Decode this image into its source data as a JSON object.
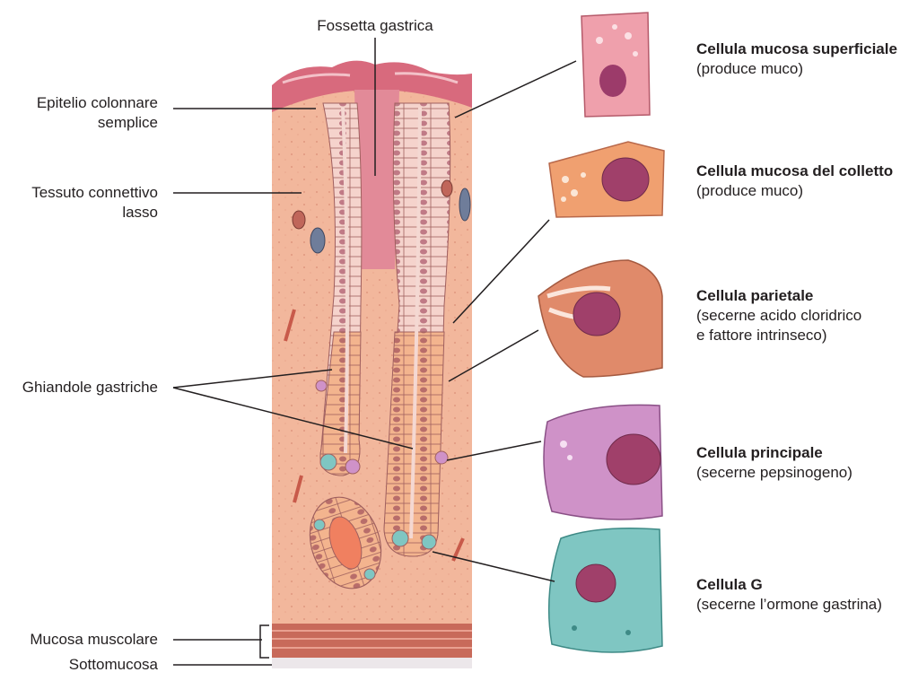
{
  "labels": {
    "fossetta": "Fossetta gastrica",
    "epitelio_l1": "Epitelio colonnare",
    "epitelio_l2": "semplice",
    "tessuto_l1": "Tessuto connettivo",
    "tessuto_l2": "lasso",
    "ghiandole": "Ghiandole gastriche",
    "mucosa_muscolare": "Mucosa muscolare",
    "sottomucosa": "Sottomucosa"
  },
  "cells": [
    {
      "name": "Cellula mucosa superficiale",
      "desc1": "(produce muco)",
      "desc2": ""
    },
    {
      "name": "Cellula mucosa del colletto",
      "desc1": "(produce muco)",
      "desc2": ""
    },
    {
      "name": "Cellula parietale",
      "desc1": "(secerne acido cloridrico",
      "desc2": "e fattore intrinseco)"
    },
    {
      "name": "Cellula principale",
      "desc1": "(secerne pepsinogeno)",
      "desc2": ""
    },
    {
      "name": "Cellula G",
      "desc1": "(secerne l’ormone gastrina)",
      "desc2": ""
    }
  ],
  "colors": {
    "lamina": "#f2b79c",
    "epithelium": "#f6cfc6",
    "surface": "#d86a7d",
    "mucous_neck": "#f0a070",
    "parietal": "#e08a6a",
    "chief": "#cf92c8",
    "g_cell": "#7fc6c2",
    "nucleus": "#9c3b6a",
    "muscle": "#c86a5a"
  }
}
